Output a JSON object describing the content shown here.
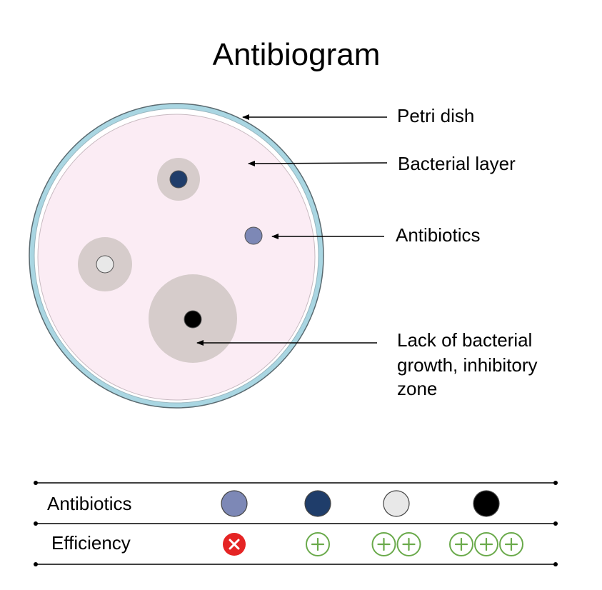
{
  "title": "Antibiogram",
  "labels": {
    "petri_dish": "Petri dish",
    "bacterial_layer": "Bacterial layer",
    "antibiotics": "Antibiotics",
    "inhibitory_zone": [
      "Lack of bacterial",
      "growth, inhibitory",
      "zone"
    ]
  },
  "table": {
    "row_antibiotics": "Antibiotics",
    "row_efficiency": "Efficiency",
    "antibiotics": [
      {
        "color": "#7d88b6",
        "efficiency": 0
      },
      {
        "color": "#1f3d6a",
        "efficiency": 1
      },
      {
        "color": "#e8e8e8",
        "efficiency": 2
      },
      {
        "color": "#000000",
        "efficiency": 3
      }
    ]
  },
  "icons": {
    "none": "cross-icon",
    "effective": "plus-circle-icon"
  },
  "colors": {
    "dish_rim": "#a9d6e2",
    "bacterial_layer": "#fbecf4",
    "inhibitory_zone": "#d6cccb",
    "no_effect": "#e52424",
    "effective": "#6aaa4b"
  }
}
